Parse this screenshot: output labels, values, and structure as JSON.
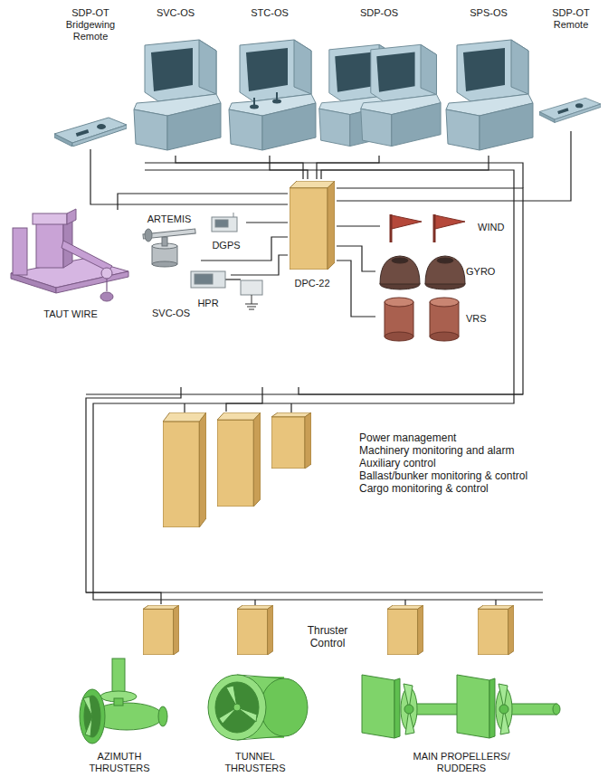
{
  "diagram": {
    "nodes": [
      {
        "text": [
          "SDP-OT Bridgewing Remote"
        ]
      },
      {
        "text": [
          "SVC-OS"
        ]
      },
      {
        "text": [
          "STC-OS"
        ]
      },
      {
        "text": [
          "SDP-OS"
        ]
      },
      {
        "text": [
          "SPS-OS"
        ]
      },
      {
        "text": [
          "SDP-OT Remote"
        ]
      },
      {
        "text": [
          "DPC-22"
        ]
      },
      {
        "text": [
          "TAUT WIRE"
        ]
      },
      {
        "text": [
          "ARTEMIS"
        ]
      },
      {
        "text": [
          "DGPS"
        ]
      },
      {
        "text": [
          "HPR"
        ]
      },
      {
        "text": [
          "WIND"
        ]
      },
      {
        "text": [
          "GYRO"
        ]
      },
      {
        "text": [
          "VRS"
        ]
      },
      {
        "text": [
          "SVC-OS"
        ]
      },
      {
        "text": [
          "Power management",
          "Machinery monitoring and alarm",
          "Auxiliary control",
          "Ballast/bunker monitoring & control",
          "Cargo monitoring & control"
        ]
      },
      {
        "text": [
          "Thruster Control"
        ]
      },
      {
        "text": [
          "AZIMUTH THRUSTERS"
        ]
      },
      {
        "text": [
          "TUNNEL THRUSTERS"
        ]
      },
      {
        "text": [
          "MAIN PROPELLERS/ RUDDERS"
        ]
      }
    ],
    "edges": [
      {
        "from": 0,
        "to": 6,
        "arrow": "none"
      },
      {
        "from": 1,
        "to": 6,
        "arrow": "none"
      },
      {
        "from": 2,
        "to": 6,
        "arrow": "none"
      },
      {
        "from": 3,
        "to": 6,
        "arrow": "none"
      },
      {
        "from": 4,
        "to": 6,
        "arrow": "none"
      },
      {
        "from": 5,
        "to": 6,
        "arrow": "none"
      },
      {
        "from": 7,
        "to": 6,
        "arrow": "none"
      },
      {
        "from": 8,
        "to": 6,
        "arrow": "none"
      },
      {
        "from": 9,
        "to": 6,
        "arrow": "none"
      },
      {
        "from": 10,
        "to": 6,
        "arrow": "none"
      },
      {
        "from": 11,
        "to": 6,
        "arrow": "none"
      },
      {
        "from": 12,
        "to": 6,
        "arrow": "none"
      },
      {
        "from": 13,
        "to": 6,
        "arrow": "none"
      },
      {
        "from": 6,
        "to": 14,
        "arrow": "none"
      },
      {
        "from": 14,
        "to": 15,
        "arrow": "none"
      },
      {
        "from": 14,
        "to": 16,
        "arrow": "none"
      }
    ]
  }
}
